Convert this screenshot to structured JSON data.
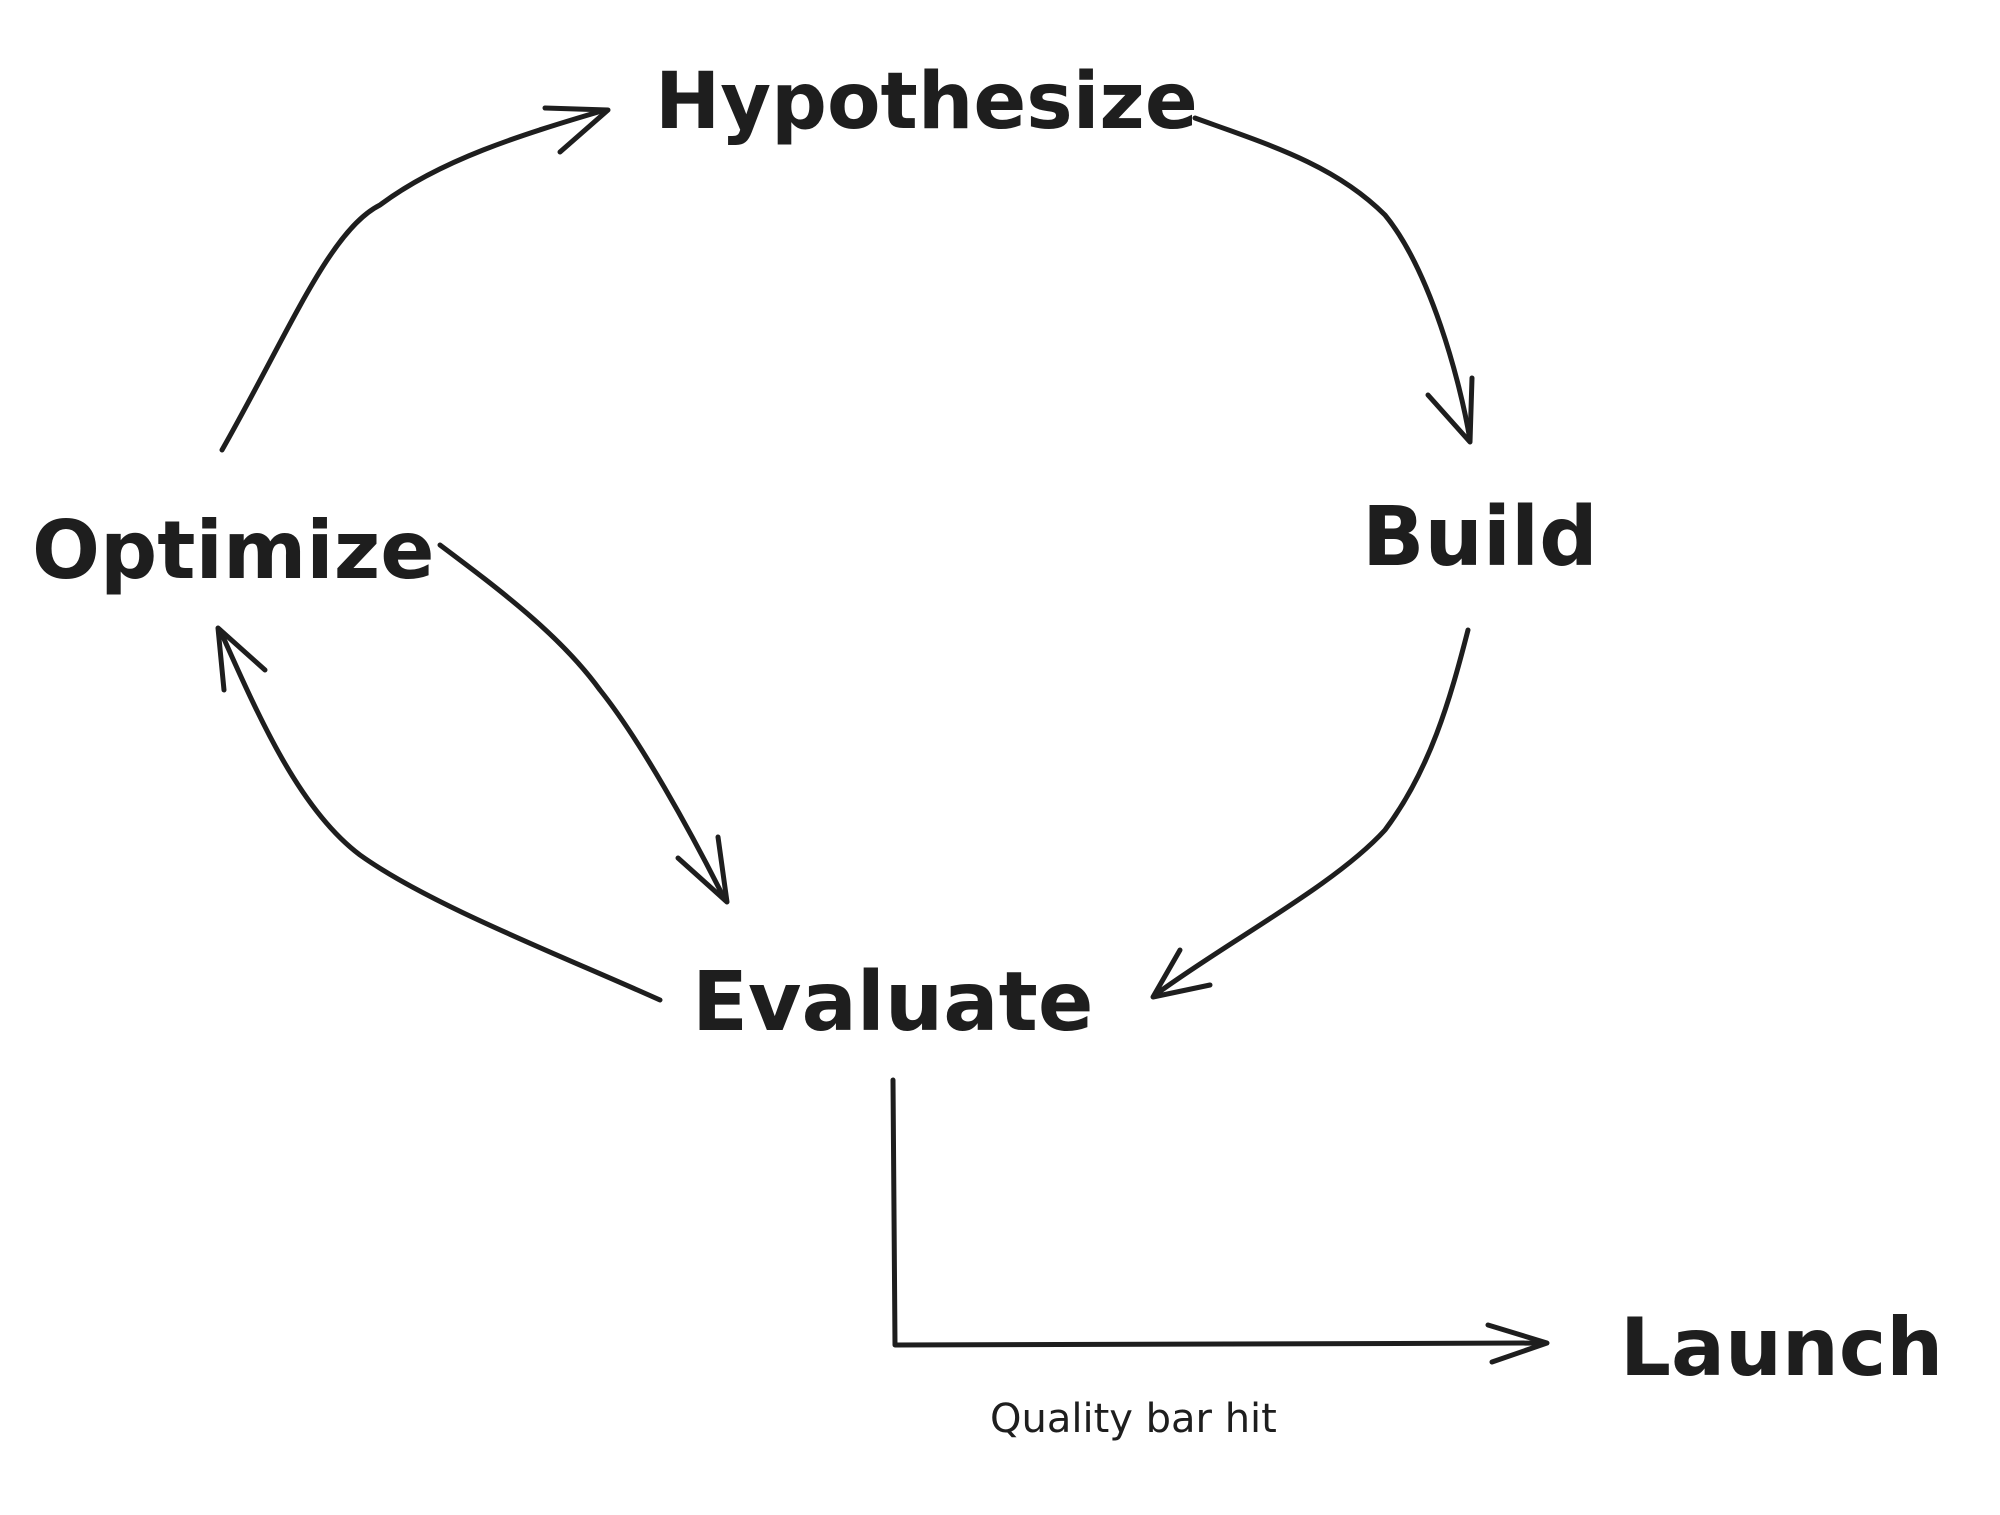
{
  "diagram": {
    "nodes": {
      "hypothesize": "Hypothesize",
      "build": "Build",
      "evaluate": "Evaluate",
      "optimize": "Optimize",
      "launch": "Launch"
    },
    "edges": [
      {
        "from": "Optimize",
        "to": "Hypothesize"
      },
      {
        "from": "Hypothesize",
        "to": "Build"
      },
      {
        "from": "Build",
        "to": "Evaluate"
      },
      {
        "from": "Optimize",
        "to": "Evaluate"
      },
      {
        "from": "Evaluate",
        "to": "Optimize"
      },
      {
        "from": "Evaluate",
        "to": "Launch",
        "label": "Quality bar hit"
      }
    ],
    "stroke_color": "#1e1e1e",
    "background_color": "#ffffff"
  }
}
